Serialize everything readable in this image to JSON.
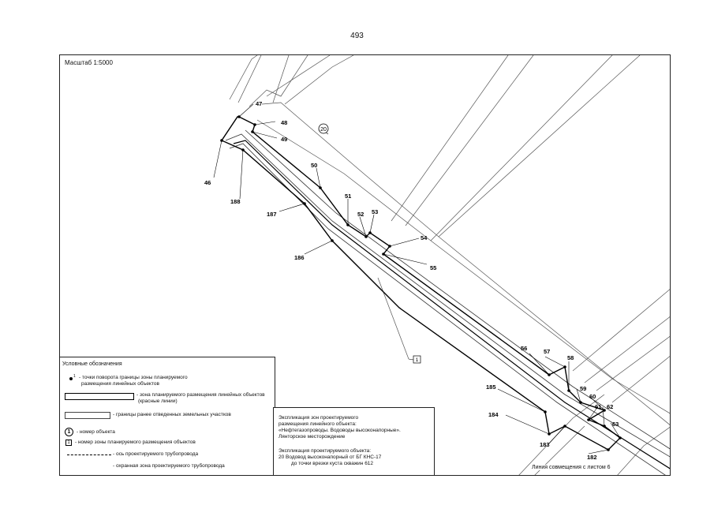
{
  "page": {
    "number": "493"
  },
  "map": {
    "scale_label": "Масштаб 1:5000",
    "point_labels": [
      "46",
      "47",
      "48",
      "49",
      "50",
      "51",
      "52",
      "53",
      "54",
      "55",
      "56",
      "57",
      "58",
      "59",
      "60",
      "61",
      "62",
      "63",
      "182",
      "183",
      "184",
      "185",
      "186",
      "187",
      "188"
    ],
    "object_number": "20",
    "zone_number": "1",
    "sheet_note": "Линия совмещения с листом 6"
  },
  "legend": {
    "title": "Условные обозначения",
    "point_text_1": "- точки поворота границы зоны планируемого",
    "point_text_2": "размещения линейных объектов",
    "point_symbol_sup": "1",
    "zone_text_1": "- зона планируемого размещения линейных объектов",
    "zone_text_2": "(красные линии)",
    "parcels_text": "- границы ранее отведенных земельных участков",
    "object_symbol": "1",
    "object_text": "- номер объекта",
    "zone_num_symbol": "1",
    "zone_num_text": "- номер зоны планируемого размещения объектов",
    "axis_text": "- ось проектируемого трубопровода",
    "protect_text": "- охранная зона проектируемого трубопровода"
  },
  "explication": {
    "zones_line_1": "Экспликация зон проектируемого",
    "zones_line_2": "размещения линейного объекта:",
    "zones_line_3": "«Нефтегазопроводы. Водоводы высоконапорные».",
    "zones_line_4": "Лянторское месторождение",
    "objects_title": "Экспликация проектируемого объекта:",
    "object_line_1": "20   Водовод высоконапорный от БГ КНС-17",
    "object_line_2": "до точки врезки куста скважин 612"
  }
}
